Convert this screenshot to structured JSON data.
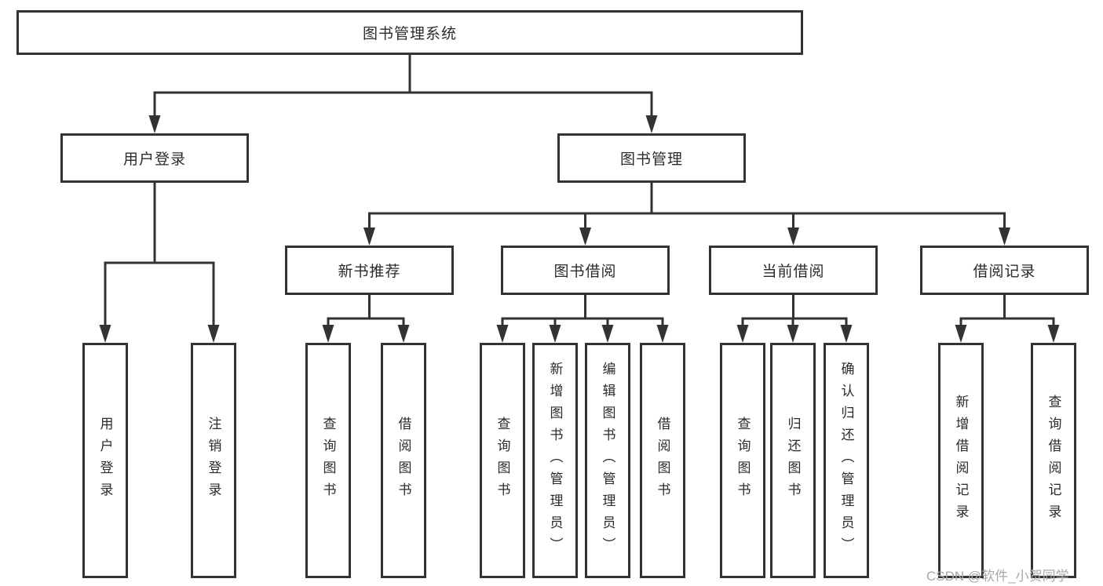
{
  "diagram": {
    "root": {
      "label": "图书管理系统",
      "children": [
        {
          "label": "用户登录",
          "children": [
            {
              "label": "用户登录"
            },
            {
              "label": "注销登录"
            }
          ]
        },
        {
          "label": "图书管理",
          "children": [
            {
              "label": "新书推荐",
              "children": [
                {
                  "label": "查询图书"
                },
                {
                  "label": "借阅图书"
                }
              ]
            },
            {
              "label": "图书借阅",
              "children": [
                {
                  "label": "查询图书"
                },
                {
                  "label": "新增图书（管理员）"
                },
                {
                  "label": "编辑图书（管理员）"
                },
                {
                  "label": "借阅图书"
                }
              ]
            },
            {
              "label": "当前借阅",
              "children": [
                {
                  "label": "查询图书"
                },
                {
                  "label": "归还图书"
                },
                {
                  "label": "确认归还（管理员）"
                }
              ]
            },
            {
              "label": "借阅记录",
              "children": [
                {
                  "label": "新增借阅记录"
                },
                {
                  "label": "查询借阅记录"
                }
              ]
            }
          ]
        }
      ]
    }
  },
  "watermark": {
    "text": "CSDN @软件_小贺同学"
  },
  "colors": {
    "line": "#333333",
    "box_border": "#333333",
    "text": "#2b2b2b",
    "watermark": "#a9a9a9",
    "background": "#ffffff"
  }
}
